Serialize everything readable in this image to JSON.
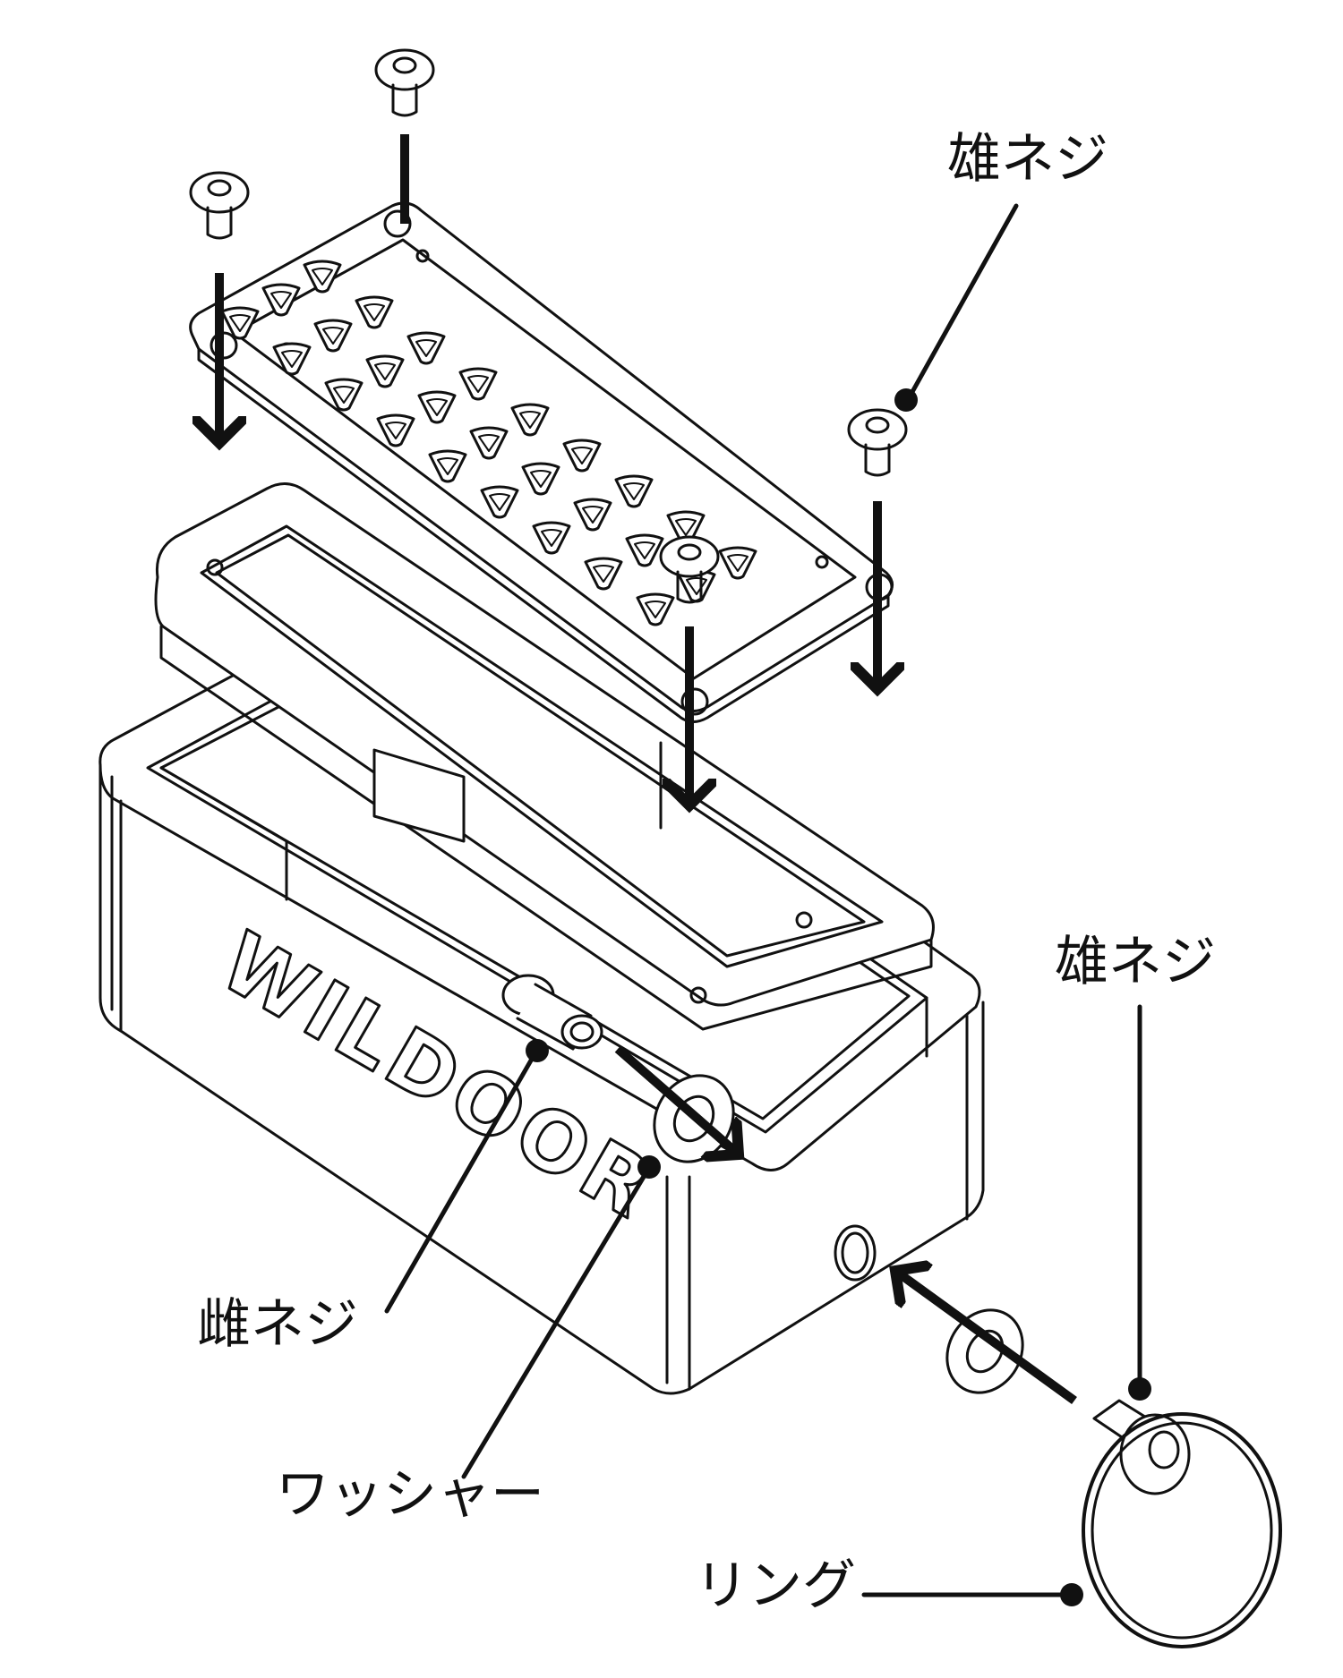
{
  "labels": {
    "top_male_screw": "雄ネジ",
    "right_male_screw": "雄ネジ",
    "female_screw": "雌ネジ",
    "washer": "ワッシャー",
    "ring": "リング"
  },
  "brand_text": "WILDOOR",
  "colors": {
    "line": "#111111",
    "fill": "#ffffff"
  }
}
